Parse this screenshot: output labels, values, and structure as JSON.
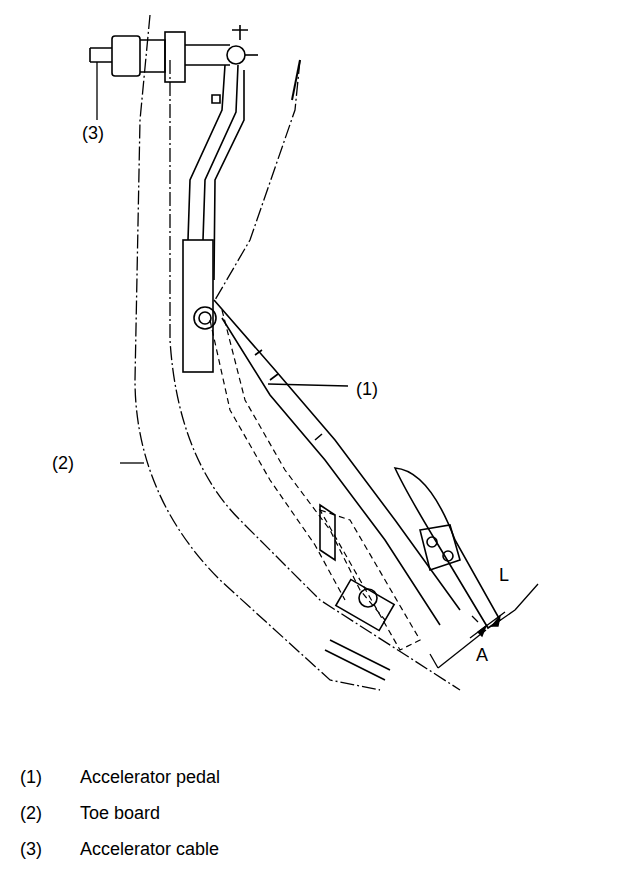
{
  "diagram": {
    "labels": [
      "(3)",
      "(1)",
      "(2)",
      "L",
      "A",
      "(1)",
      "Accelerator pedal",
      "(2)",
      "Toe board",
      "(3)",
      "Accelerator cable"
    ]
  }
}
